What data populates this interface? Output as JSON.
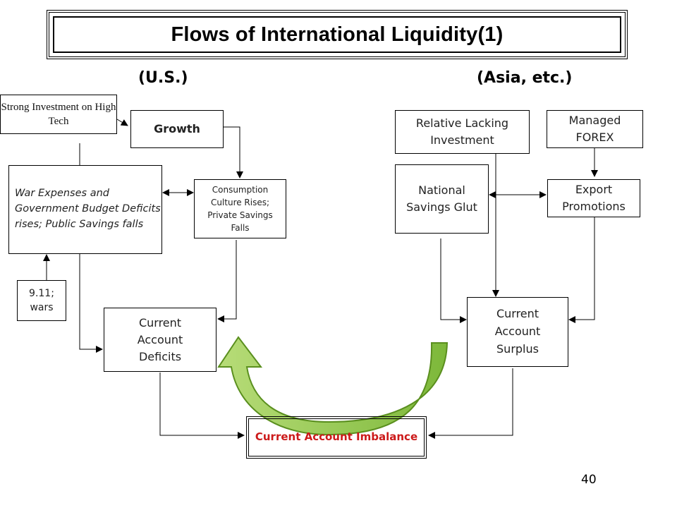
{
  "title": "Flows of International Liquidity(1)",
  "headings": {
    "us": "(U.S.)",
    "asia": "(Asia, etc.)"
  },
  "boxes": {
    "strong_investment": "Strong Investment on High Tech",
    "growth": "Growth",
    "war_expenses": "War Expenses and Government Budget Deficits rises; Public Savings falls",
    "consumption": "Consumption Culture Rises; Private Savings Falls",
    "nine_eleven": "9.11; wars",
    "ca_deficits": "Current Account Deficits",
    "relative_lacking": "Relative Lacking Investment",
    "managed_forex": "Managed FOREX",
    "savings_glut": "National Savings Glut",
    "export_promotions": "Export Promotions",
    "ca_surplus": "Current Account Surplus",
    "ca_imbalance": "Current Account Imbalance"
  },
  "colors": {
    "imbalance_text": "#cc1a1a",
    "flow_arrow_fill": "#8cc63f",
    "flow_arrow_stroke": "#5a8f1e"
  },
  "page_number": "40"
}
